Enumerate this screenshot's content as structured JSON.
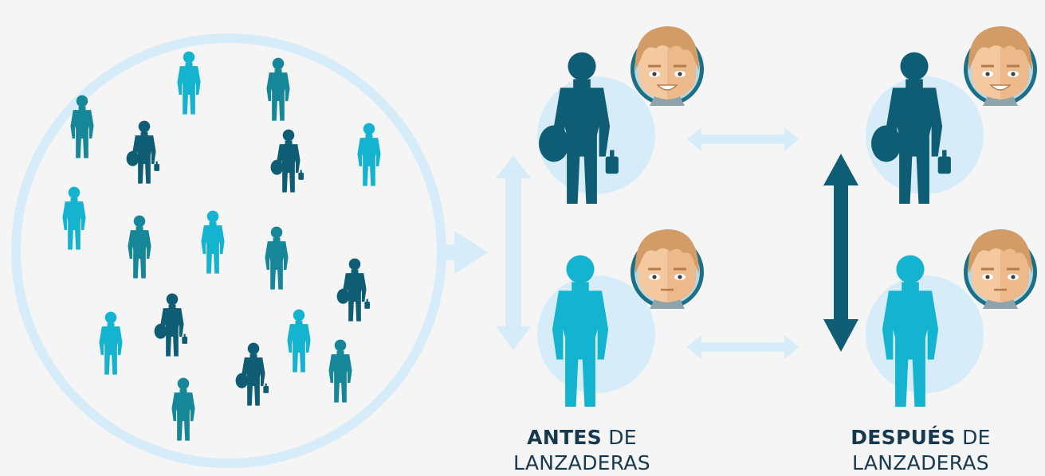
{
  "captions": {
    "before": {
      "bold": "ANTES",
      "rest_line1": " DE",
      "line2": "LANZADERAS"
    },
    "after": {
      "bold": "DESPUÉS",
      "rest_line1": " DE",
      "line2": "LANZADERAS"
    }
  },
  "colors": {
    "background": "#f5f5f5",
    "pale_blue": "#d6ecf8",
    "dark_teal": "#0f5d75",
    "mid_teal": "#168799",
    "light_cyan": "#14b3cf",
    "skin": "#f4c9a0",
    "skin_shadow": "#ecb98a",
    "hair": "#d39b66",
    "avatar_ring": "#1b6f86",
    "text": "#16394d"
  },
  "icons": {
    "crowd": "person-silhouette-icon",
    "pilot": "pilot-with-helmet-icon",
    "face": "face-avatar-icon",
    "arrow": "double-arrow-icon"
  }
}
